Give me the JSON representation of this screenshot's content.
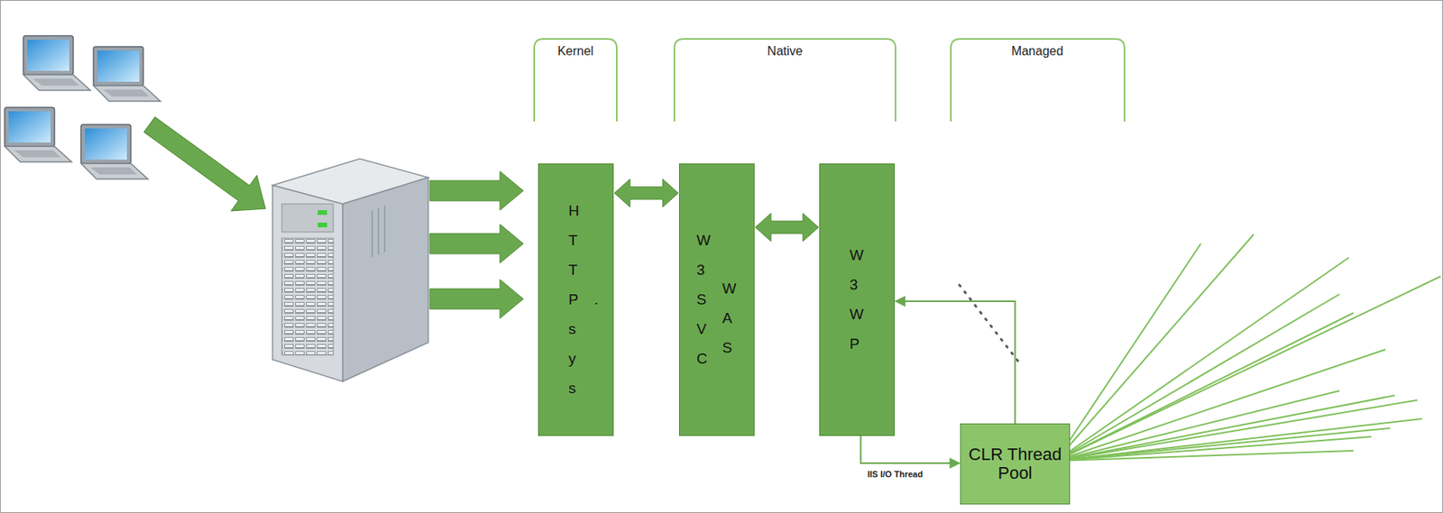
{
  "diagram": {
    "nodes": [
      {
        "text": [
          "HTTP.sys"
        ]
      },
      {
        "text": [
          "W3SVC",
          "WAS"
        ]
      },
      {
        "text": [
          "W3WP"
        ]
      },
      {
        "text": [
          "CLR Thread Pool"
        ]
      }
    ],
    "edges": [
      {
        "from": 0,
        "to": 1,
        "arrow": "both"
      },
      {
        "from": 1,
        "to": 2,
        "arrow": "both"
      },
      {
        "from": 2,
        "to": 3,
        "label": "IIS I/O Thread",
        "arrow": "to"
      },
      {
        "from": 3,
        "to": 2,
        "arrow": "to"
      }
    ],
    "labels": [
      "Kernel",
      "Native",
      "Managed"
    ]
  }
}
